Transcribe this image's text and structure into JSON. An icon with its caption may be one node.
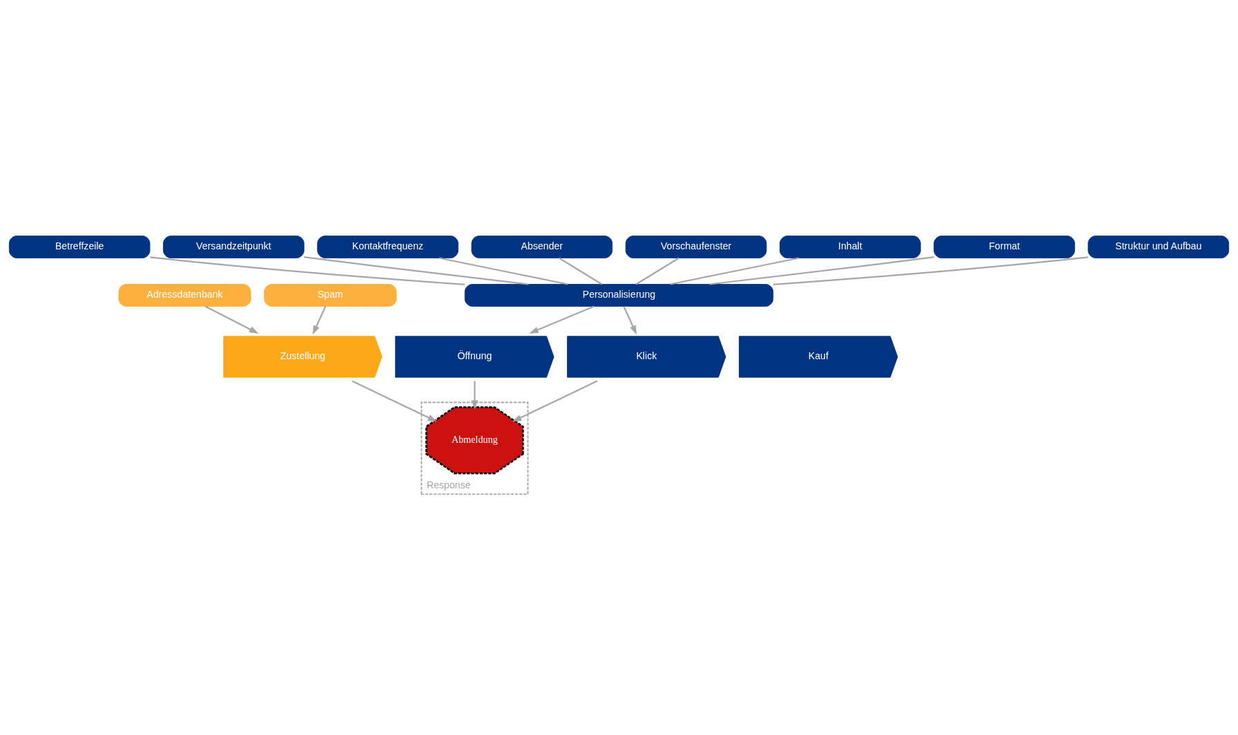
{
  "diagram": {
    "nodes": [
      {
        "text": [
          "Betreffzeile"
        ]
      },
      {
        "text": [
          "Versandzeitpunkt"
        ]
      },
      {
        "text": [
          "Kontaktfrequenz"
        ]
      },
      {
        "text": [
          "Absender"
        ]
      },
      {
        "text": [
          "Vorschaufenster"
        ]
      },
      {
        "text": [
          "Inhalt"
        ]
      },
      {
        "text": [
          "Format"
        ]
      },
      {
        "text": [
          "Struktur und Aufbau"
        ]
      },
      {
        "text": [
          "Adressdatenbank"
        ]
      },
      {
        "text": [
          "Spam"
        ]
      },
      {
        "text": [
          "Personalisierung"
        ]
      },
      {
        "text": [
          "Zustellung"
        ]
      },
      {
        "text": [
          "Öffnung"
        ]
      },
      {
        "text": [
          "Klick"
        ]
      },
      {
        "text": [
          "Kauf"
        ]
      },
      {
        "text": [
          "Response"
        ]
      },
      {
        "text": [
          "Abmeldung"
        ],
        "in": 15
      }
    ],
    "edges": [
      {
        "from": 0,
        "to": 10,
        "arrow": "none"
      },
      {
        "from": 1,
        "to": 10,
        "arrow": "none"
      },
      {
        "from": 2,
        "to": 10,
        "arrow": "none"
      },
      {
        "from": 3,
        "to": 10,
        "arrow": "none"
      },
      {
        "from": 4,
        "to": 10,
        "arrow": "none"
      },
      {
        "from": 5,
        "to": 10,
        "arrow": "none"
      },
      {
        "from": 6,
        "to": 10,
        "arrow": "none"
      },
      {
        "from": 7,
        "to": 10,
        "arrow": "none"
      },
      {
        "from": 8,
        "to": 11,
        "arrow": "to"
      },
      {
        "from": 9,
        "to": 11,
        "arrow": "to"
      },
      {
        "from": 10,
        "to": 12,
        "arrow": "to"
      },
      {
        "from": 10,
        "to": 13,
        "arrow": "to"
      },
      {
        "from": 11,
        "to": 16,
        "arrow": "to"
      },
      {
        "from": 12,
        "to": 16,
        "arrow": "to"
      },
      {
        "from": 13,
        "to": 16,
        "arrow": "to"
      }
    ]
  }
}
